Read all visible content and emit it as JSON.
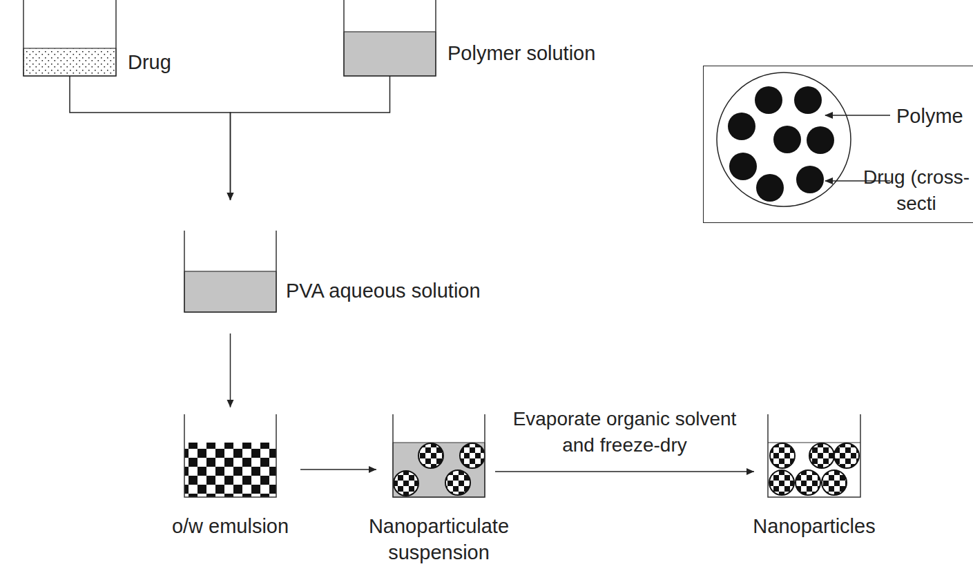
{
  "diagram": {
    "nodes": [
      {
        "text": [
          "Drug"
        ]
      },
      {
        "text": [
          "Polymer solution"
        ]
      },
      {
        "text": [
          "Polyme",
          "Drug (cross-secti"
        ]
      },
      {
        "text": [
          "PVA aqueous solution"
        ]
      },
      {
        "text": [
          "o/w emulsion"
        ]
      },
      {
        "text": [
          "Nanoparticulate suspension"
        ]
      },
      {
        "text": [
          "Nanoparticles"
        ]
      }
    ],
    "edges": [
      {
        "from": 0,
        "to": 3,
        "arrow": "to"
      },
      {
        "from": 1,
        "to": 3,
        "arrow": "to"
      },
      {
        "from": 3,
        "to": 4,
        "arrow": "to"
      },
      {
        "from": 4,
        "to": 5,
        "arrow": "to"
      },
      {
        "from": 5,
        "to": 6,
        "label": "Evaporate organic solvent and freeze-dry",
        "arrow": "to"
      }
    ]
  }
}
